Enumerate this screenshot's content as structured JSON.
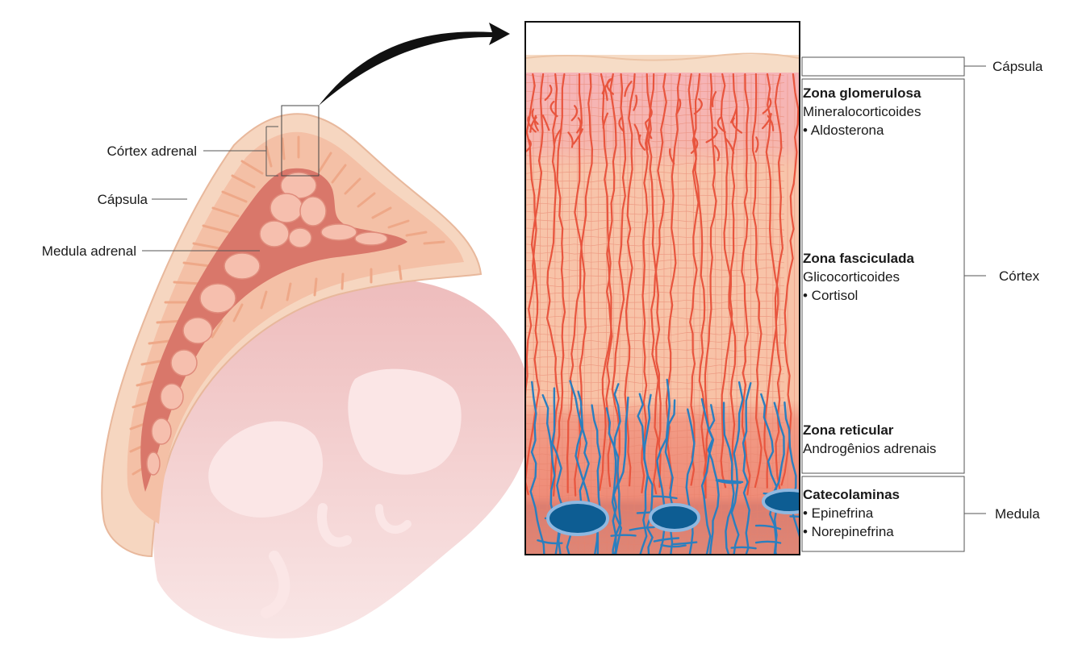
{
  "left_labels": {
    "cortex": "Córtex adrenal",
    "capsule": "Cápsula",
    "medulla": "Medula adrenal"
  },
  "right_labels": {
    "capsule": "Cápsula",
    "cortex": "Córtex",
    "medulla": "Medula"
  },
  "zones": {
    "glomerulosa": {
      "title": "Zona glomerulosa",
      "line1": "Mineralocorticoides",
      "line2": "• Aldosterona"
    },
    "fasciculata": {
      "title": "Zona fasciculada",
      "line1": "Glicocorticoides",
      "line2": "• Cortisol"
    },
    "reticular": {
      "title": "Zona reticular",
      "line1": "Androgênios adrenais"
    },
    "medulla": {
      "title": "Catecolaminas",
      "line1": "• Epinefrina",
      "line2": "• Norepinefrina"
    }
  },
  "colors": {
    "capsule": "#f6dcc6",
    "cortex_tissue": "#f5b8a0",
    "glomerulosa": "#f6b4b8",
    "fasciculata": "#f7c2a8",
    "reticular": "#ef8c78",
    "medulla": "#d8786a",
    "vessel_red": "#e8553e",
    "vessel_blue": "#2a7fbf",
    "kidney": "#f4d2d2"
  }
}
